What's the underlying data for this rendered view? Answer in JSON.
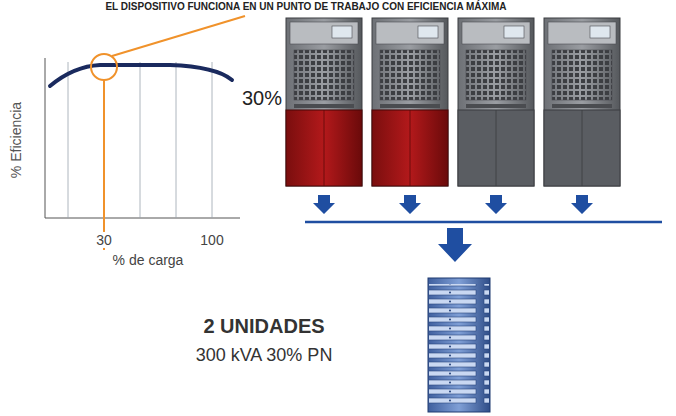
{
  "diagram": {
    "labels": [
      "EL DISPOSITIVO FUNCIONA EN UN PUNTO DE TRABAJO CON EFICIENCIA MÁXIMA",
      "% Eficiencia",
      "30",
      "100",
      "% de carga",
      "30%",
      "2 UNIDADES",
      "300 kVA 30% PN"
    ]
  }
}
